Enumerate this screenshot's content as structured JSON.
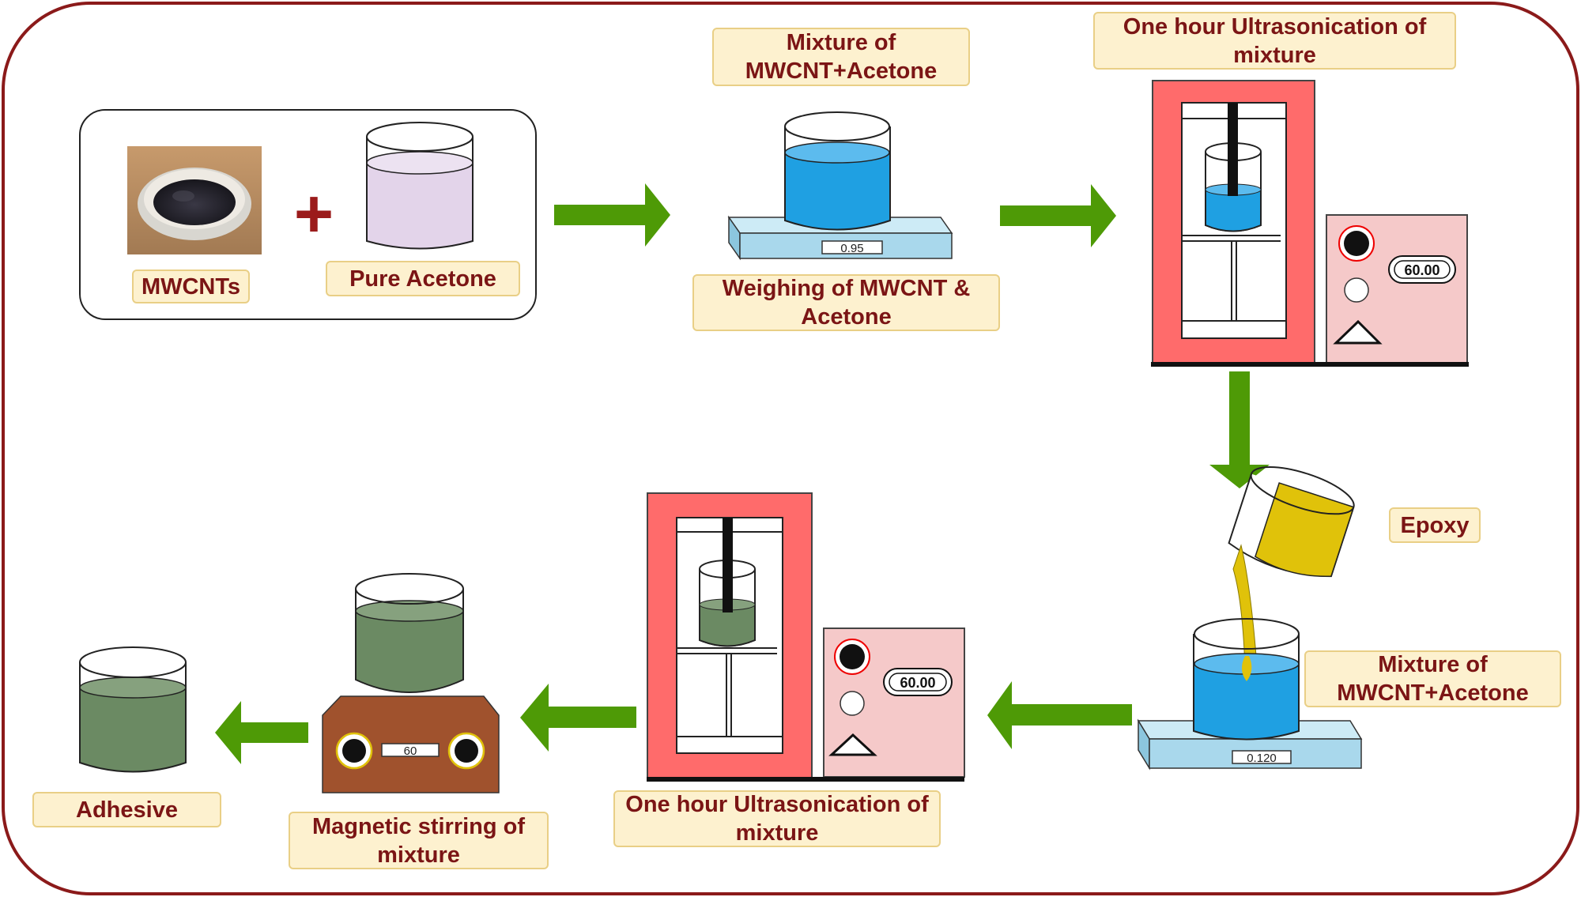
{
  "colors": {
    "frame": "#8b1a1a",
    "arrow": "#4e9a06",
    "label_bg": "#fdf1cf",
    "label_text": "#7b1515",
    "acetone_blue": "#1fa0e2",
    "pure_acetone": "#e3d4ea",
    "green_mix": "#6b8a63",
    "epoxy": "#e0c20a",
    "ultrasonicator": "#ff6b6b",
    "control_panel": "#f5c9c9",
    "stirrer": "#a0522d",
    "scale": "#a9d8ec"
  },
  "labels": {
    "mwcnts": "MWCNTs",
    "pure_acetone": "Pure Acetone",
    "mixture_top": "Mixture of\nMWCNT+Acetone",
    "weighing": "Weighing of MWCNT &\nAcetone",
    "ultrasonication_top": "One hour Ultrasonication of\nmixture",
    "epoxy": "Epoxy",
    "mixture_right": "Mixture of\nMWCNT+Acetone",
    "ultrasonication_bottom": "One hour Ultrasonication of\nmixture",
    "magnetic": "Magnetic stirring of\nmixture",
    "adhesive": "Adhesive"
  },
  "readouts": {
    "scale_top": "0.95",
    "scale_bottom": "0.120",
    "timer_top": "60.00",
    "timer_bottom": "60.00",
    "stirrer": "60"
  },
  "symbols": {
    "plus": "+"
  },
  "icons": [
    "mwcnt-powder-dish-icon",
    "beaker-icon",
    "balance-scale-icon",
    "ultrasonicator-icon",
    "magnetic-stirrer-icon",
    "flow-arrow-icon"
  ]
}
